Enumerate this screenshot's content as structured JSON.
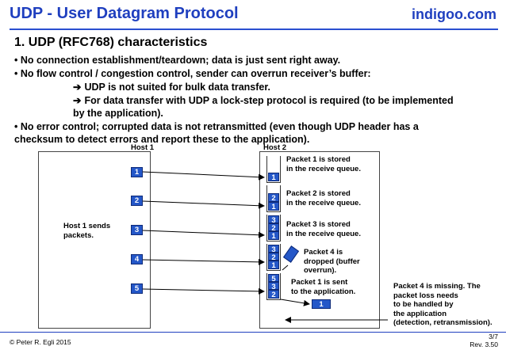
{
  "header": {
    "title": "UDP - User Datagram Protocol",
    "brand": "indigoo.com"
  },
  "section": {
    "heading": "1. UDP (RFC768) characteristics",
    "bullets": [
      "• No connection establishment/teardown; data is just sent right away.",
      "• No flow control / congestion control, sender can overrun receiver’s buffer:",
      "UDP is not suited for bulk data transfer.",
      "For data transfer with UDP a lock-step protocol is required (to be implemented",
      "by the application).",
      "• No error control; corrupted data is not retransmitted (even though UDP header has a",
      "checksum to detect errors and report these to the application)."
    ],
    "arrow_glyph": "➔"
  },
  "diagram": {
    "host1_label": "Host 1",
    "host2_label": "Host 2",
    "host1_text": [
      "Host 1 sends",
      "packets."
    ],
    "packets": [
      "1",
      "2",
      "3",
      "4",
      "5"
    ],
    "queue1": [
      "1"
    ],
    "queue2": [
      "2",
      "1"
    ],
    "queue3": [
      "3",
      "2",
      "1"
    ],
    "queue4": [
      "3",
      "2",
      "1"
    ],
    "queue5": [
      "5",
      "3",
      "2"
    ],
    "delivered": "1",
    "notes": {
      "n1": [
        "Packet 1 is stored",
        "in the receive queue."
      ],
      "n2": [
        "Packet 2 is stored",
        "in the receive queue."
      ],
      "n3": [
        "Packet 3 is stored",
        "in the receive queue."
      ],
      "n4": [
        "Packet 4 is",
        "dropped (buffer",
        "overrun)."
      ],
      "n5": [
        "Packet 1 is sent",
        "to the application."
      ],
      "missing": [
        "Packet 4 is missing. The",
        "packet loss needs",
        "to be handled by",
        "the application",
        "(detection, retransmission)."
      ]
    },
    "colors": {
      "segment": "#2457c8",
      "title": "#1f3fbf"
    }
  },
  "footer": {
    "copyright": "© Peter R. Egli 2015",
    "page": "3/7",
    "rev": "Rev. 3.50"
  }
}
